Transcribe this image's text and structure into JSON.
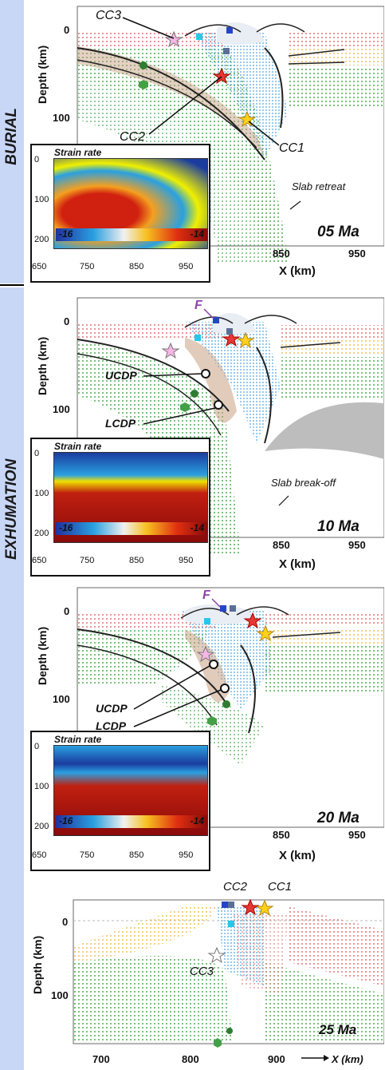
{
  "sidebar": {
    "burial_label": "BURIAL",
    "exhumation_label": "EXHUMATION",
    "color": "#c9d7f7"
  },
  "panels": [
    {
      "age": "05 Ma",
      "ylabel": "Depth (km)",
      "xlabel": "X (km)",
      "yticks": [
        "0",
        "100"
      ],
      "xticks": [
        "850",
        "950"
      ],
      "annotations": {
        "cc3": "CC3",
        "cc2": "CC2",
        "cc1": "CC1",
        "slab": "Slab retreat"
      },
      "inset": {
        "title": "Strain rate",
        "yticks": [
          "0",
          "100",
          "200"
        ],
        "xticks": [
          "650",
          "750",
          "850",
          "950"
        ],
        "cbar_min": "-16",
        "cbar_max": "-14"
      }
    },
    {
      "age": "10 Ma",
      "ylabel": "Depth (km)",
      "xlabel": "X (km)",
      "yticks": [
        "0",
        "100"
      ],
      "xticks": [
        "850",
        "950"
      ],
      "annotations": {
        "f": "F",
        "ucdp": "UCDP",
        "lcdp": "LCDP",
        "slab": "Slab break-off"
      },
      "inset": {
        "title": "Strain rate",
        "yticks": [
          "0",
          "100",
          "200"
        ],
        "xticks": [
          "650",
          "750",
          "850",
          "950"
        ],
        "cbar_min": "-16",
        "cbar_max": "-14"
      }
    },
    {
      "age": "20 Ma",
      "ylabel": "Depth (km)",
      "xlabel": "X (km)",
      "yticks": [
        "0",
        "100"
      ],
      "xticks": [
        "850",
        "950"
      ],
      "annotations": {
        "f": "F",
        "ucdp": "UCDP",
        "lcdp": "LCDP"
      },
      "inset": {
        "title": "Strain rate",
        "yticks": [
          "0",
          "100",
          "200"
        ],
        "xticks": [
          "650",
          "750",
          "850",
          "950"
        ],
        "cbar_min": "-16",
        "cbar_max": "-14"
      }
    },
    {
      "age": "25 Ma",
      "ylabel": "Depth (km)",
      "xlabel": "X (km)",
      "yticks": [
        "0",
        "100"
      ],
      "xticks": [
        "700",
        "800",
        "900"
      ],
      "annotations": {
        "cc2": "CC2",
        "cc1": "CC1",
        "cc3": "CC3"
      }
    }
  ],
  "colors": {
    "upper_crust": "#e57373",
    "mid_crust": "#f2c25b",
    "mantle": "#4caf50",
    "sediment": "#4aa3df",
    "slab_gray": "#bdbdbd",
    "cc1_star": "#ffd21a",
    "cc2_star": "#e53935",
    "cc3_star": "#f6b6e6",
    "label_violet": "#8e44ad"
  }
}
